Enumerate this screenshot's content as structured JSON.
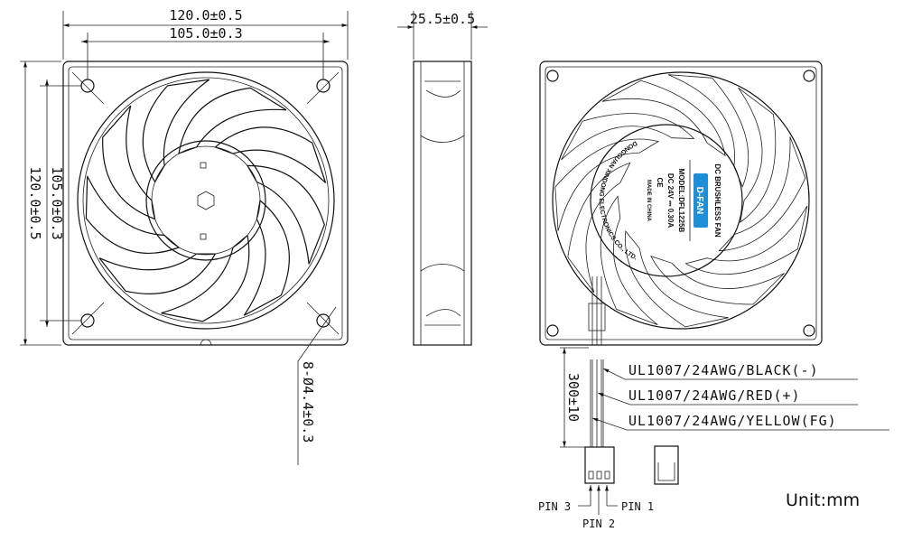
{
  "dimensions": {
    "outer_width": "120.0±0.5",
    "hole_spacing_width": "105.0±0.3",
    "outer_height": "120.0±0.5",
    "hole_spacing_height": "105.0±0.3",
    "thickness": "25.5±0.5",
    "mount_holes": "8-Ø4.4±0.3",
    "lead_length": "300±10"
  },
  "sticker": {
    "title": "DC BRUSHLESS FAN",
    "brand": "D-FAN",
    "model": "MODEL:DFL1225B",
    "rating": "DC 24V ⎓ 0.30A",
    "ce": "CE",
    "origin": "MADE IN CHINA",
    "maker": "DONGGUAN XINDONG ELECTRONICS CO., LTD.",
    "brand_color": "#1e8fd6"
  },
  "wires": [
    {
      "label": "UL1007/24AWG/BLACK(-)"
    },
    {
      "label": "UL1007/24AWG/RED(+)"
    },
    {
      "label": "UL1007/24AWG/YELLOW(FG)"
    }
  ],
  "pins": {
    "pin3": "PIN 3",
    "pin2": "PIN 2",
    "pin1": "PIN 1"
  },
  "unit": "Unit:mm"
}
